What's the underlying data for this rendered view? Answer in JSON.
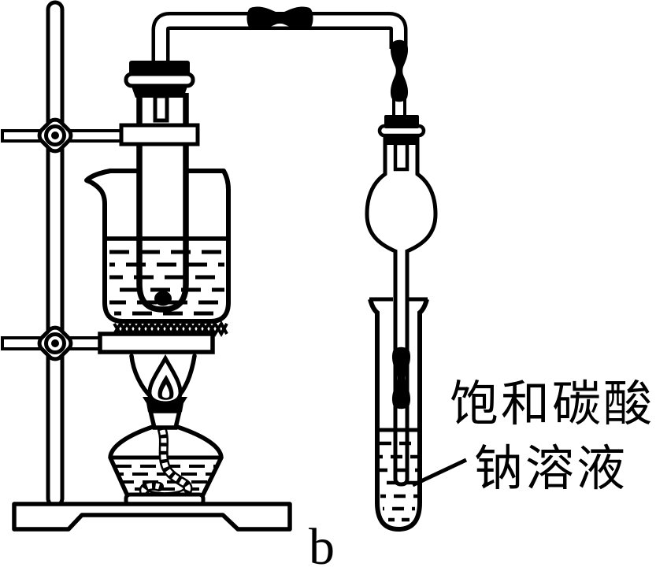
{
  "background": "#ffffff",
  "ink_color": "#000000",
  "annotation": {
    "solution_label_line1": "饱和碳酸",
    "solution_label_line2": "钠溶液",
    "figure_letter": "b"
  },
  "apparatus": {
    "stand": "iron-stand",
    "clamps": [
      "upper-test-tube-clamp",
      "lower-ring-clamp"
    ],
    "water_bath": "beaker-water-bath",
    "reaction_vessel": "stoppered-test-tube-with-sample",
    "heater": "alcohol-lamp",
    "heat_spreader": "wire-gauze",
    "gas_path": [
      "delivery-tube",
      "rubber-tubing-connector",
      "bulb-tube",
      "rubber-tubing-connector",
      "collection-test-tube"
    ]
  }
}
